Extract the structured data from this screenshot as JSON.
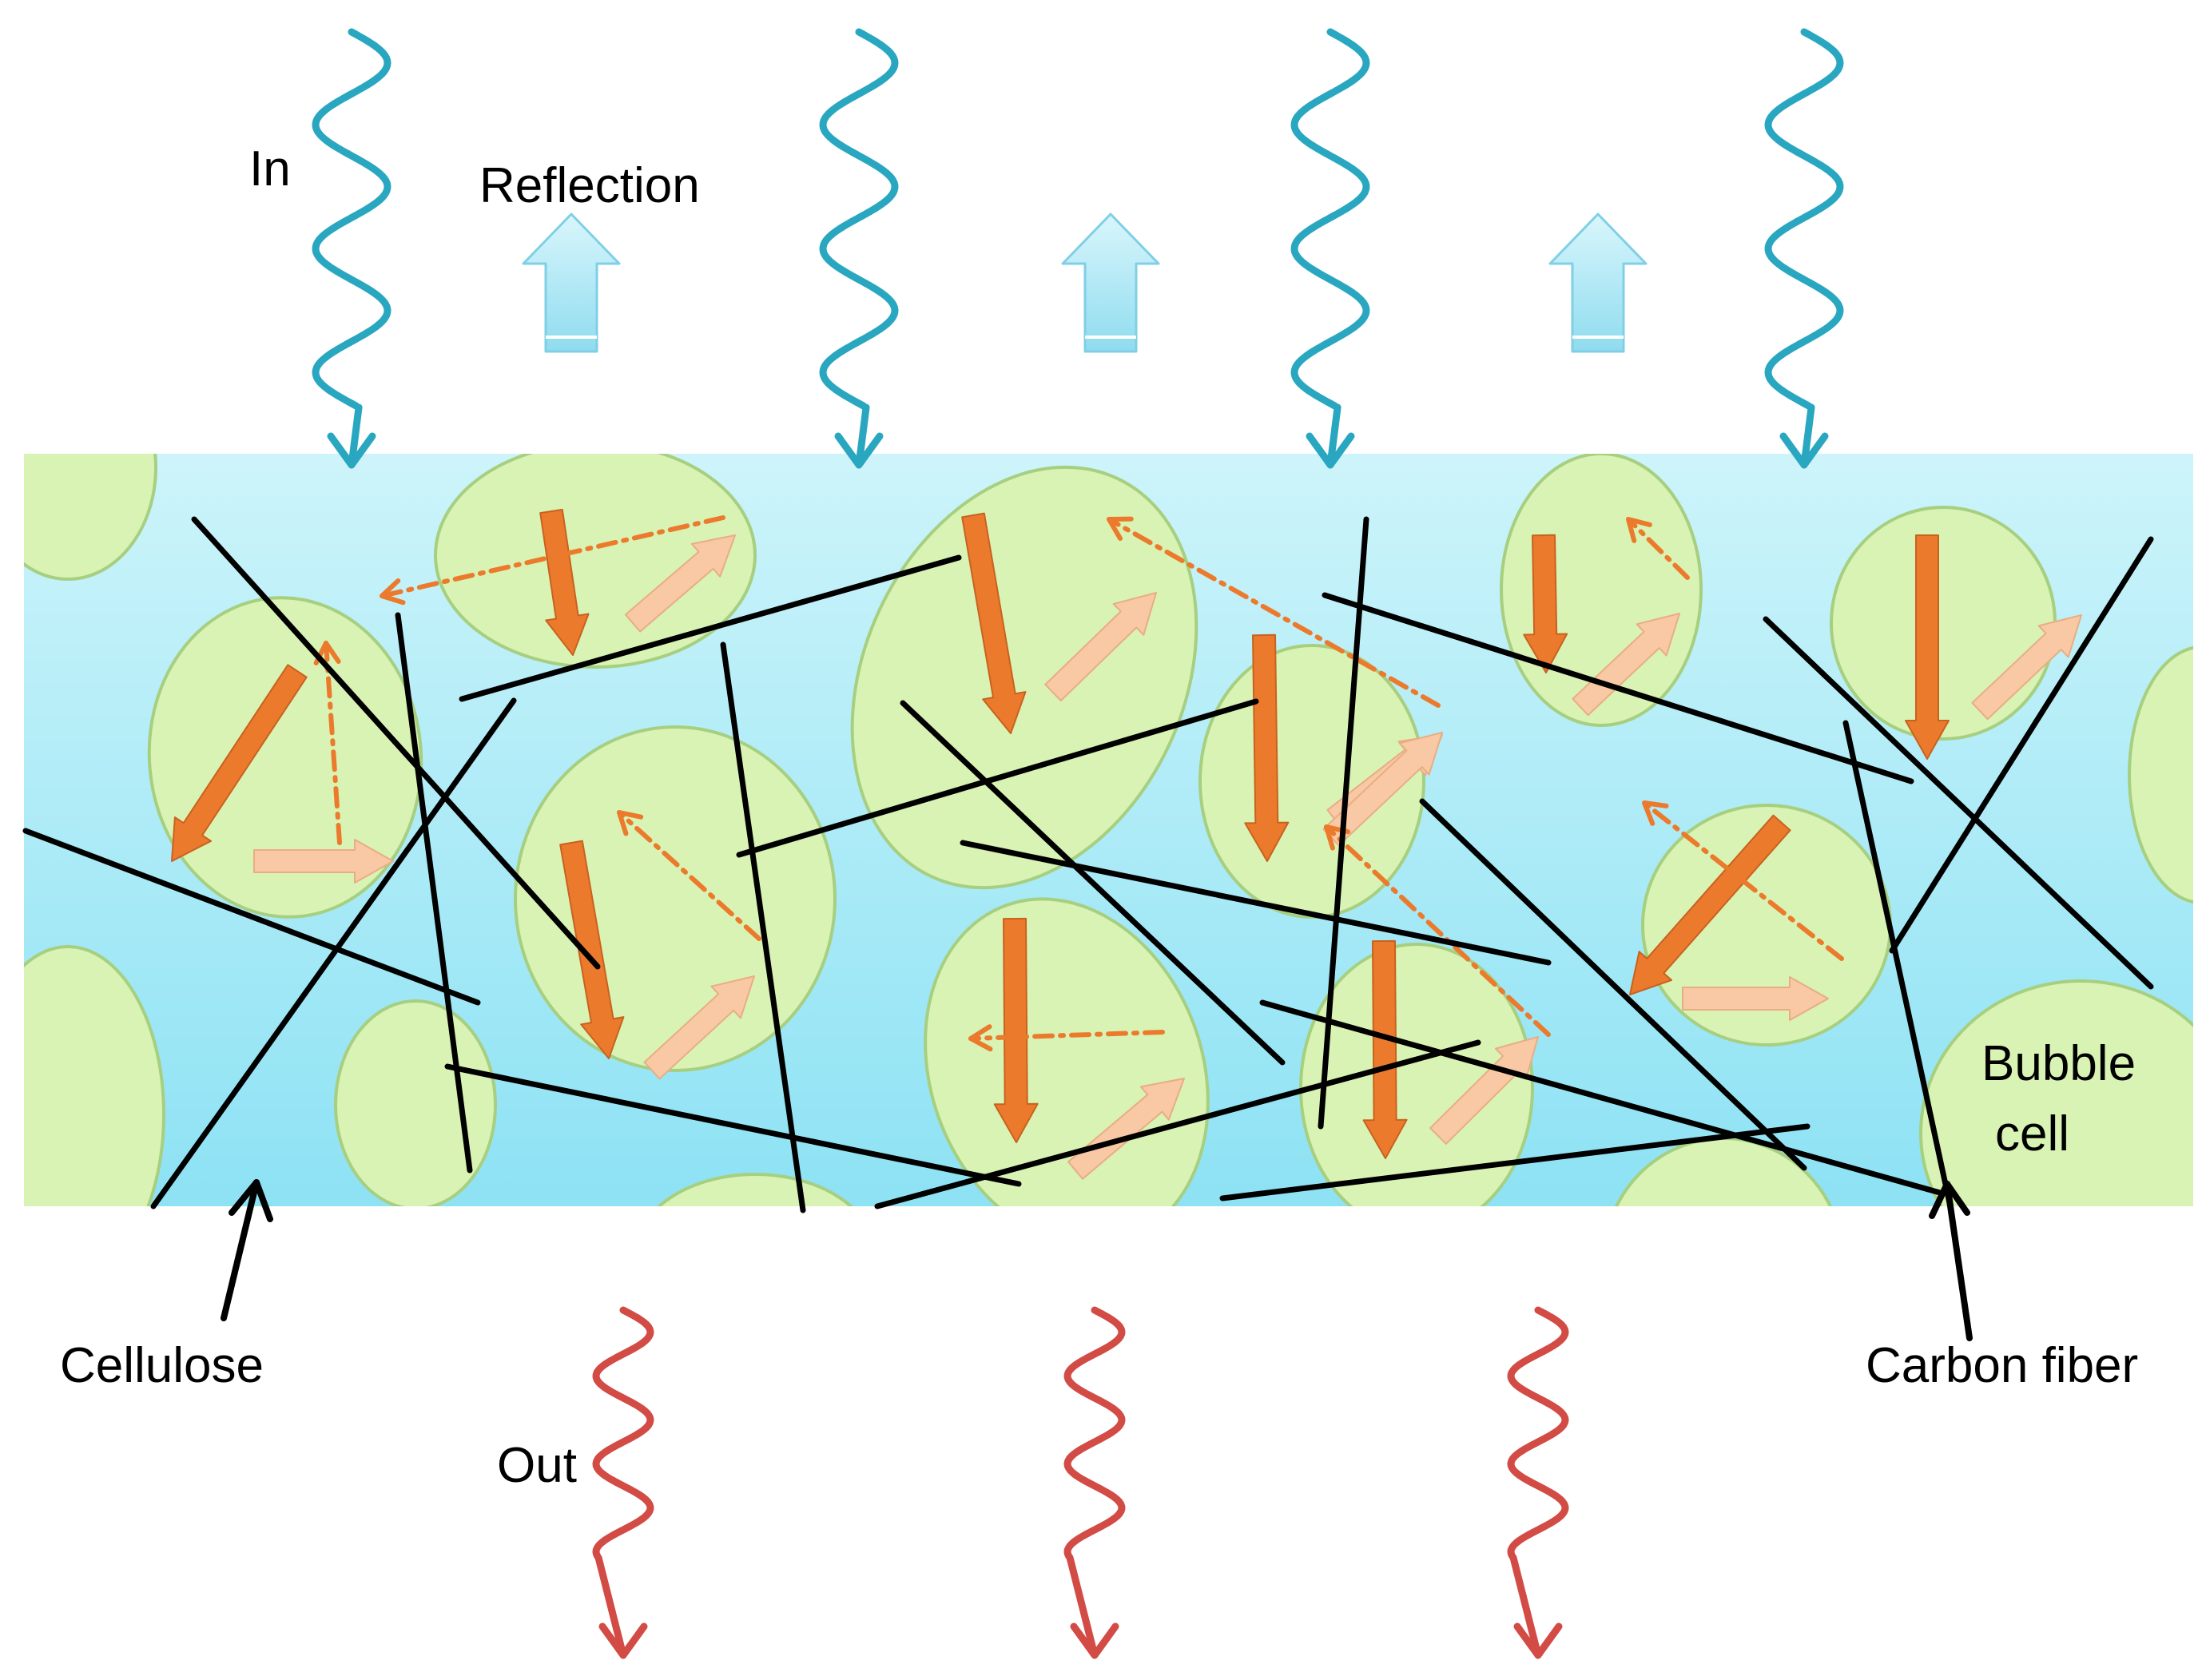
{
  "labels": {
    "incoming": "In",
    "reflection": "Reflection",
    "outgoing": "Out",
    "cellulose": "Cellulose",
    "carbon_fiber": "Carbon fiber",
    "bubble_line1": "Bubble",
    "bubble_line2": "cell"
  },
  "colors": {
    "incoming_wave": "#2aa7c0",
    "outgoing_wave": "#d24b45",
    "reflection_arrow": "#9fe3f2",
    "layer_top": "#cdf4fa",
    "layer_bottom": "#8de2f4",
    "bubble_fill": "#d8f3b4",
    "bubble_stroke": "#a7cf80",
    "fiber": "#000000",
    "dipole_dark": "#ec7a2c",
    "dipole_light": "#f8c9a4"
  },
  "icons": {
    "incoming": "wavy-down-arrow",
    "outgoing": "wavy-down-arrow",
    "reflection": "block-up-arrow",
    "pointer": "thin-arrow"
  }
}
